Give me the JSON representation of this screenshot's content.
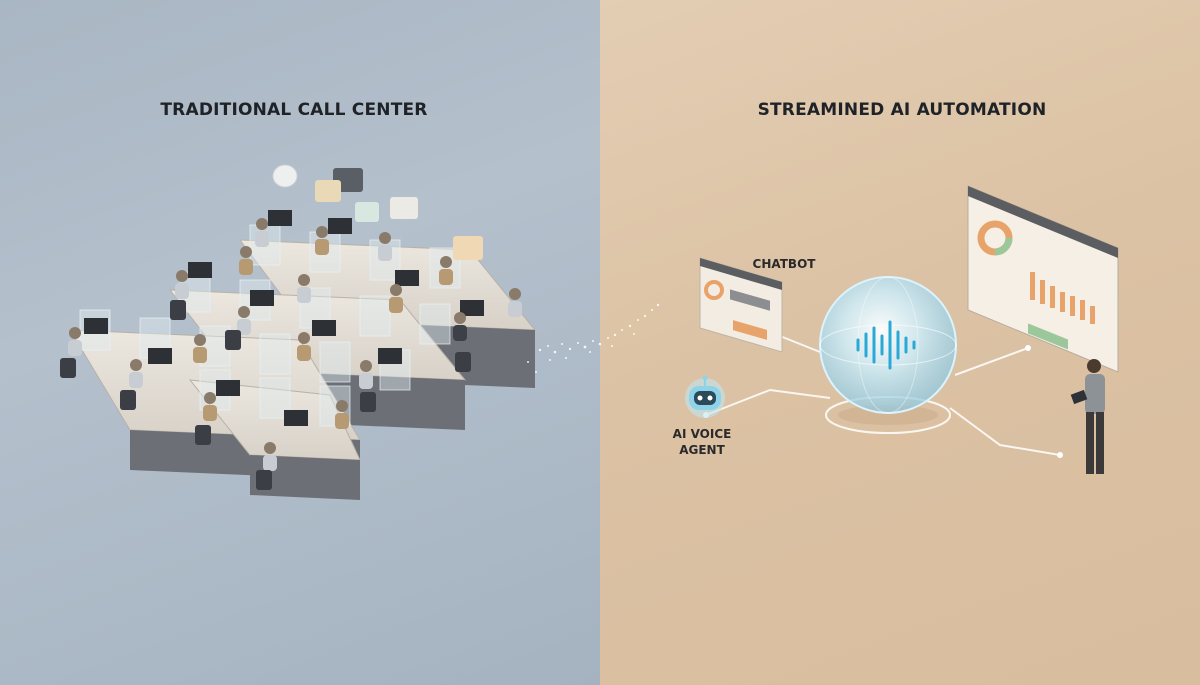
{
  "left_panel": {
    "title": "TRADITIONAL CALL CENTER",
    "background": "#aebbc8"
  },
  "right_panel": {
    "title": "STREAMINED AI AUTOMATION",
    "background": "#dfc6a8",
    "chatbot_label": "CHATBOT",
    "voice_agent_label_line1": "AI VOICE",
    "voice_agent_label_line2": "AGENT"
  },
  "colors": {
    "accent_glow": "#7fd0f0",
    "chart_orange": "#e8a36a",
    "chart_green": "#9cc79a"
  },
  "icons": [
    "speech-bubble-icon",
    "robot-icon",
    "soundwave-icon",
    "donut-chart-icon",
    "bar-chart-icon"
  ]
}
